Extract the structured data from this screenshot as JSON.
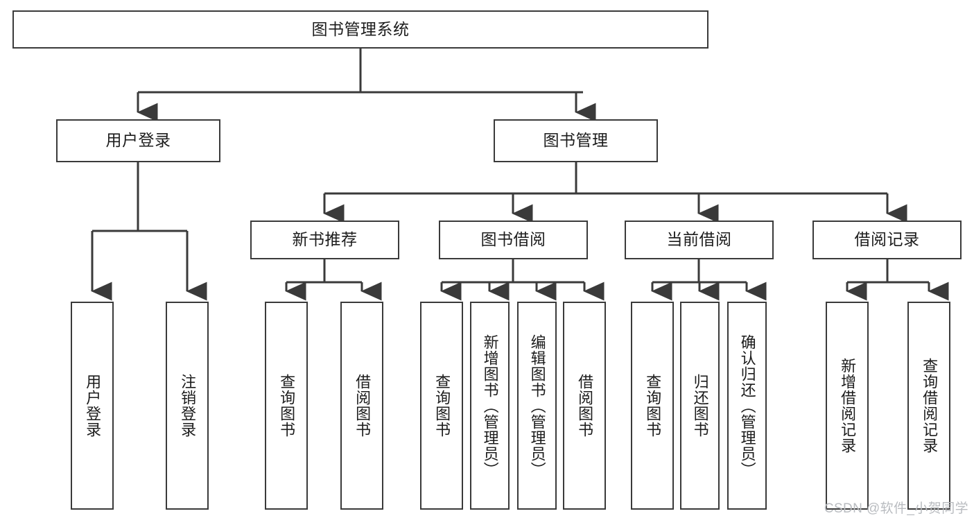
{
  "diagram": {
    "type": "tree-hierarchy",
    "title": "图书管理系统",
    "watermark": "CSDN @软件_小贺同学",
    "colors": {
      "background": "#ffffff",
      "node_border": "#3a3a3a",
      "node_fill": "#ffffff",
      "edge": "#3a3a3a",
      "text": "#1c1c1c",
      "watermark": "#b9bcc0"
    },
    "root": {
      "id": "root",
      "label": "图书管理系统"
    },
    "level1": [
      {
        "id": "user-login",
        "label": "用户登录"
      },
      {
        "id": "book-manage",
        "label": "图书管理"
      }
    ],
    "level2": [
      {
        "id": "new-book-recommend",
        "label": "新书推荐",
        "parent": "book-manage"
      },
      {
        "id": "book-borrow",
        "label": "图书借阅",
        "parent": "book-manage"
      },
      {
        "id": "current-borrow",
        "label": "当前借阅",
        "parent": "book-manage"
      },
      {
        "id": "borrow-record",
        "label": "借阅记录",
        "parent": "book-manage"
      }
    ],
    "leaves": [
      {
        "id": "leaf-user-login",
        "label": "用户登录",
        "parent": "user-login"
      },
      {
        "id": "leaf-logout",
        "label": "注销登录",
        "parent": "user-login"
      },
      {
        "id": "leaf-query-book-1",
        "label": "查询图书",
        "parent": "new-book-recommend"
      },
      {
        "id": "leaf-borrow-book-1",
        "label": "借阅图书",
        "parent": "new-book-recommend"
      },
      {
        "id": "leaf-query-book-2",
        "label": "查询图书",
        "parent": "book-borrow"
      },
      {
        "id": "leaf-add-book",
        "label": "新增图书（管理员）",
        "parent": "book-borrow"
      },
      {
        "id": "leaf-edit-book",
        "label": "编辑图书（管理员）",
        "parent": "book-borrow"
      },
      {
        "id": "leaf-borrow-book-2",
        "label": "借阅图书",
        "parent": "book-borrow"
      },
      {
        "id": "leaf-query-book-3",
        "label": "查询图书",
        "parent": "current-borrow"
      },
      {
        "id": "leaf-return-book",
        "label": "归还图书",
        "parent": "current-borrow"
      },
      {
        "id": "leaf-confirm-return",
        "label": "确认归还（管理员）",
        "parent": "current-borrow"
      },
      {
        "id": "leaf-add-record",
        "label": "新增借阅记录",
        "parent": "borrow-record"
      },
      {
        "id": "leaf-query-record",
        "label": "查询借阅记录",
        "parent": "borrow-record"
      }
    ]
  }
}
